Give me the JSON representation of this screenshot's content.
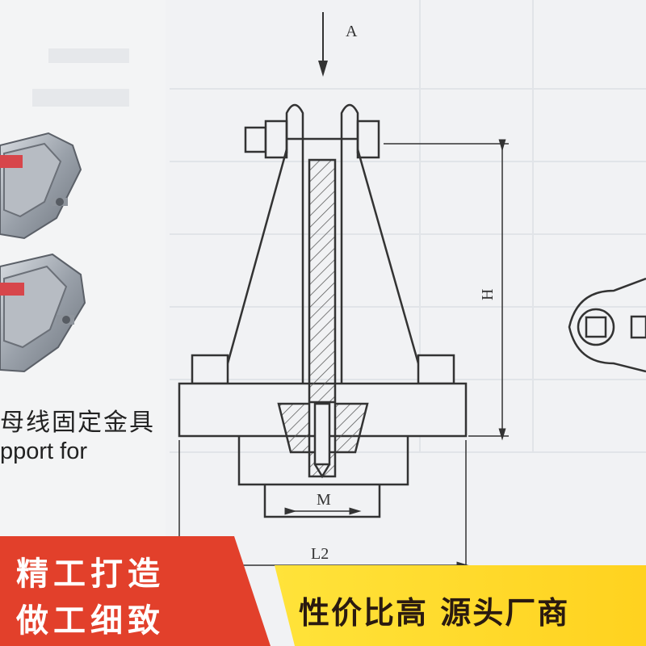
{
  "drawing": {
    "label_a": "A",
    "label_h": "H",
    "label_m": "M",
    "label_l2": "L2"
  },
  "caption": {
    "cn": "母线固定金具",
    "en": "pport for"
  },
  "banner": {
    "left_line1": "精工打造",
    "left_line2": "做工细致",
    "right_text": "性价比高 源头厂商",
    "left_color": "#e2402b",
    "right_color": "#ffd21f"
  }
}
